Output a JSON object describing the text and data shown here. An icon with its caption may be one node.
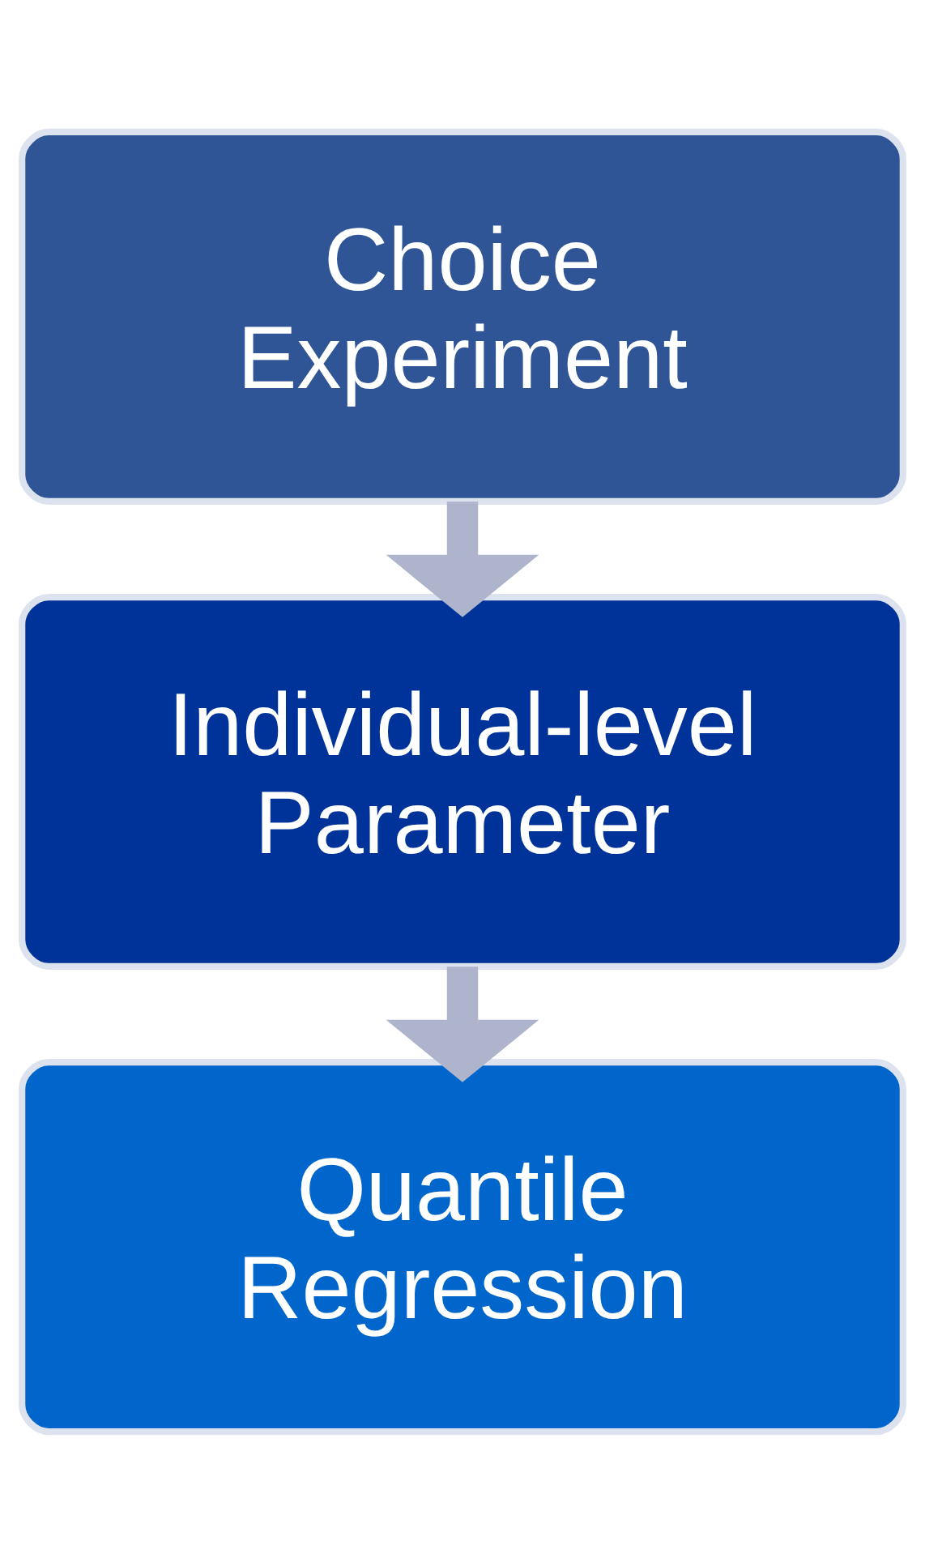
{
  "diagram": {
    "nodes": [
      {
        "text": [
          "Choice Experiment"
        ]
      },
      {
        "text": [
          "Individual-level Parameter"
        ]
      },
      {
        "text": [
          "Quantile Regression"
        ]
      }
    ],
    "edges": [
      {
        "from": 0,
        "to": 1,
        "arrow": "to"
      },
      {
        "from": 1,
        "to": 2,
        "arrow": "to"
      }
    ]
  }
}
